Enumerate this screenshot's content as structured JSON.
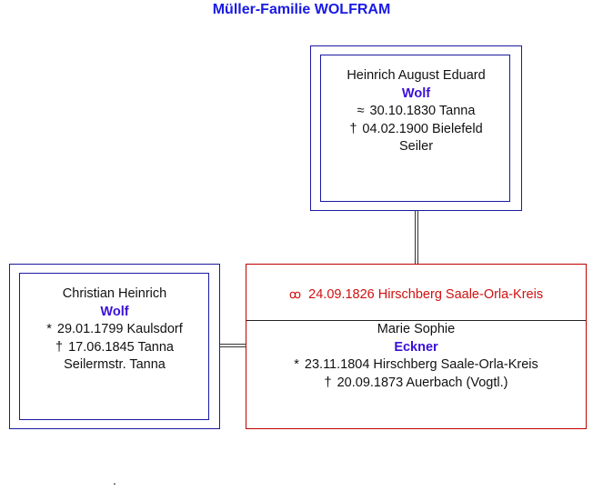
{
  "title": "Müller-Familie WOLFRAM",
  "father": {
    "given": "Heinrich August Eduard",
    "surname": "Wolf",
    "birth_symbol": "≈",
    "birth": "30.10.1830 Tanna",
    "death_symbol": "†",
    "death": "04.02.1900 Bielefeld",
    "occupation": "Seiler"
  },
  "husband": {
    "given": "Christian Heinrich",
    "surname": "Wolf",
    "birth_symbol": "*",
    "birth": "29.01.1799 Kaulsdorf",
    "death_symbol": "†",
    "death": "17.06.1845 Tanna",
    "occupation": "Seilermstr. Tanna"
  },
  "marriage": {
    "symbol": "ꝏ",
    "text": "24.09.1826 Hirschberg Saale-Orla-Kreis"
  },
  "wife": {
    "given": "Marie Sophie",
    "surname": "Eckner",
    "birth_symbol": "*",
    "birth": "23.11.1804 Hirschberg Saale-Orla-Kreis",
    "death_symbol": "†",
    "death": "20.09.1873 Auerbach (Vogtl.)"
  },
  "footer_mark": ".",
  "colors": {
    "title": "#1a1ae6",
    "surname": "#3a10d8",
    "box_border": "#1a1aa0",
    "marriage_border": "#c00000",
    "marriage_text": "#d01010"
  }
}
